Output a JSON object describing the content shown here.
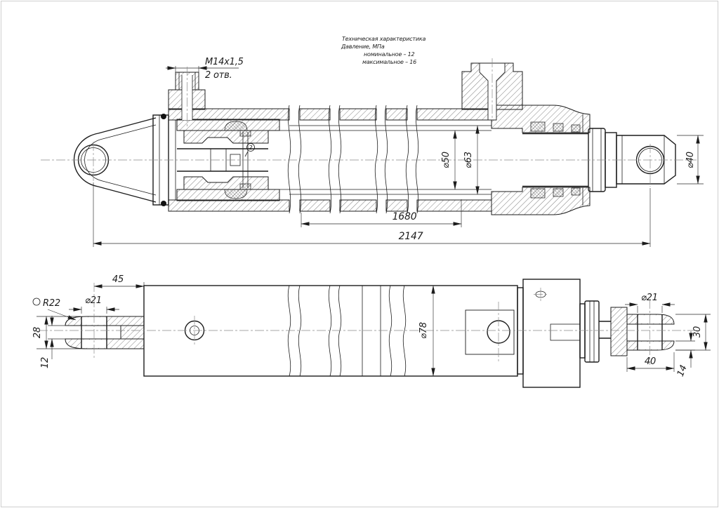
{
  "page": {
    "background": "#ffffff",
    "line_color": "#1c1c1c",
    "hatch_color": "#4a4a4a",
    "centerline_color": "#8a8a8a"
  },
  "notes": {
    "title": "Техническая характеристика",
    "pressure_label": "Давление, МПа",
    "nominal": "номинальное – 12",
    "maximum": "максимальное – 16"
  },
  "top_view": {
    "port_thread_label": "M14x1,5",
    "port_count_label": "2 отв.",
    "balloon_label": "2",
    "dim_bore": "⌀50",
    "dim_barrel_od": "⌀63",
    "dim_rod_eye": "⌀40",
    "dim_stroke_length": "1680",
    "dim_overall_length": "2147"
  },
  "bottom_view": {
    "dim_offset_45": "45",
    "dim_radius": "R22",
    "dim_hole_left": "⌀21",
    "dim_fork_width": "28",
    "dim_slot_width": "12",
    "dim_barrel_od": "⌀78",
    "dim_hole_right": "⌀21",
    "dim_fork_outer": "30",
    "dim_fork_length": "40",
    "dim_arm_thickness": "14"
  }
}
